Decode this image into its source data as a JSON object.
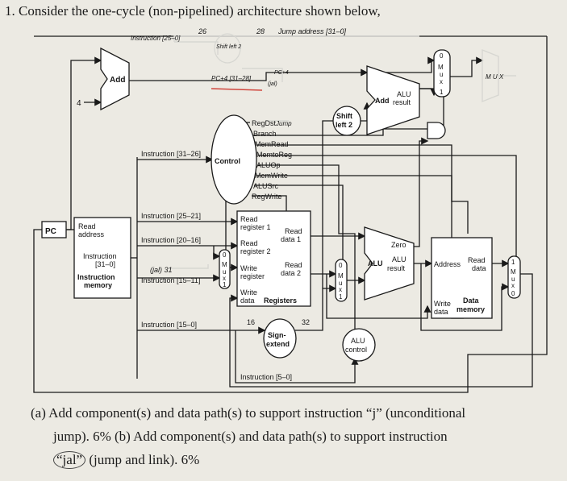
{
  "question": {
    "title": "1.  Consider the one-cycle (non-pipelined) architecture shown below,",
    "part_a_line1": "(a) Add component(s) and data path(s) to support instruction “j” (unconditional",
    "part_a_line2": "jump).  6%  (b) Add component(s) and data path(s) to support instruction",
    "part_b_jal": "“jal”",
    "part_b_rest": " (jump and link).    6%"
  },
  "diagram": {
    "pc": "PC",
    "adder_top": "Add",
    "four": "4",
    "imem": {
      "read": "Read",
      "address": "address",
      "instruction": "Instruction",
      "bits": "[31–0]",
      "title1": "Instruction",
      "title2": "memory"
    },
    "fields": {
      "op": "Instruction [31–26]",
      "rs": "Instruction [25–21]",
      "rt": "Instruction [20–16]",
      "rd": "Instruction [15–11]",
      "imm": "Instruction [15–0]",
      "funct": "Instruction [5–0]"
    },
    "control": "Control",
    "signals": [
      "RegDst",
      "Branch",
      "MemRead",
      "MemtoReg",
      "ALUOp",
      "MemWrite",
      "ALUSrc",
      "RegWrite"
    ],
    "regs": {
      "rr1a": "Read",
      "rr1b": "register 1",
      "rr2a": "Read",
      "rr2b": "register 2",
      "wra": "Write",
      "wrb": "register",
      "wda": "Write",
      "wdb": "data",
      "title": "Registers",
      "rd1a": "Read",
      "rd1b": "data 1",
      "rd2a": "Read",
      "rd2b": "data 2"
    },
    "sign_extend": {
      "line1": "Sign-",
      "line2": "extend",
      "in": "16",
      "out": "32"
    },
    "shift_left2": {
      "line1": "Shift",
      "line2": "left 2"
    },
    "add_alu": {
      "add": "Add",
      "alu": "ALU",
      "result": "result"
    },
    "main_alu": {
      "alu": "ALU",
      "alu2": "ALU",
      "result": "result",
      "zero": "Zero"
    },
    "alu_control": {
      "line1": "ALU",
      "line2": "control"
    },
    "dmem": {
      "address": "Address",
      "read": "Read",
      "data": "data",
      "write": "Write",
      "wdata": "data",
      "title1": "Data",
      "title2": "memory"
    },
    "mux": "M\nu\nx",
    "mux_bits": {
      "zero": "0",
      "one": "1"
    },
    "handwritten": {
      "instr25": "Instruction [25–0]",
      "n26": "26",
      "n28": "28",
      "jump_address": "Jump address [31–0]",
      "shift_left2": "Shift left 2",
      "pc4": "PC+4 [31–28]",
      "pc4_small": "PC+4",
      "jal_small": "(jal)",
      "jump": "Jump",
      "jal31": "(jal) 31",
      "mux_hw": "M U X"
    }
  }
}
